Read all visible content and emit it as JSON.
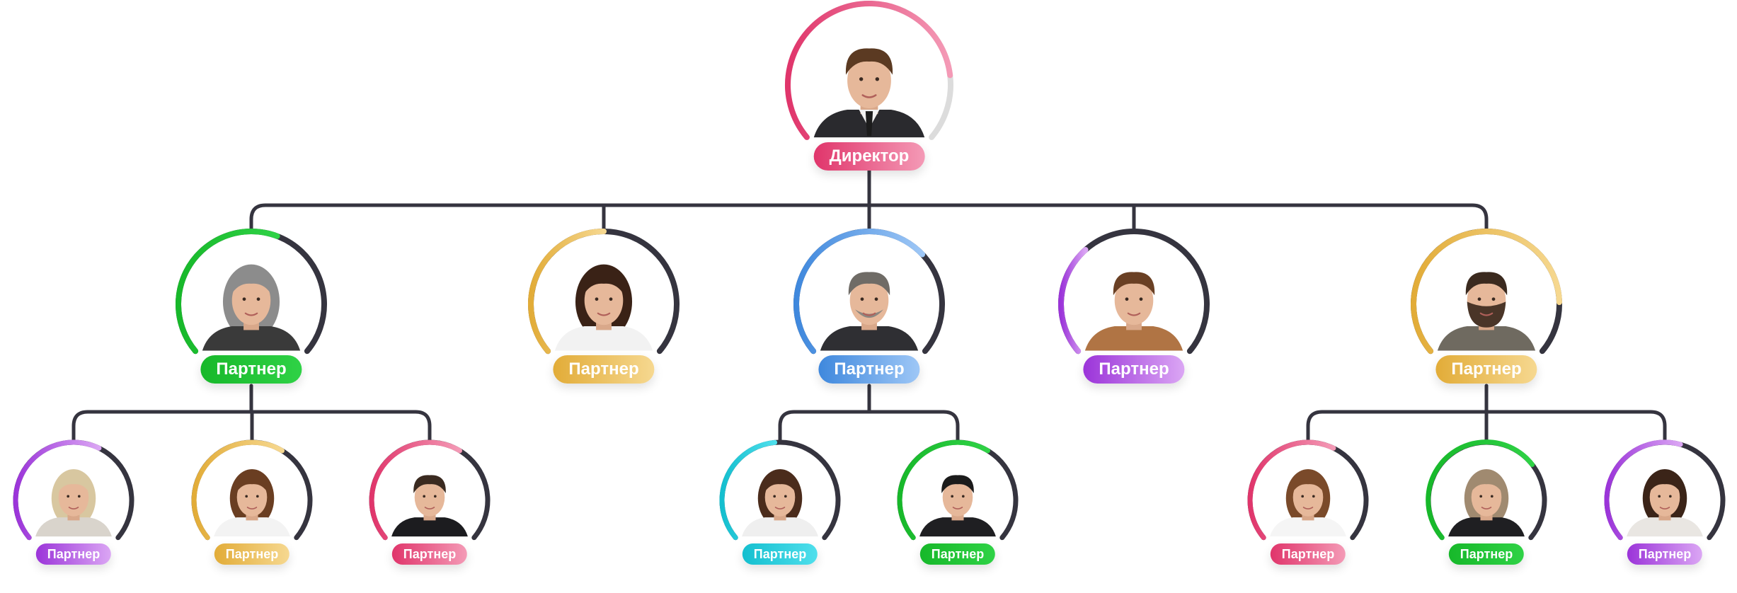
{
  "colors": {
    "line": "#35343f",
    "pink": [
      "#e0356b",
      "#f49ab6"
    ],
    "green": [
      "#17b82a",
      "#2fd246"
    ],
    "gold": [
      "#e2ac38",
      "#f6d890"
    ],
    "blue": [
      "#3f88dd",
      "#9ec7f6"
    ],
    "purple": [
      "#9b34d9",
      "#dba6f4"
    ],
    "cyan": [
      "#14bfcf",
      "#4fdfec"
    ]
  },
  "nodes": [
    {
      "id": "director",
      "label": "Директор",
      "color": "pink",
      "progress": 0.82,
      "person": "young-man-suit",
      "size": "large"
    },
    {
      "id": "partner-1",
      "label": "Партнер",
      "color": "green",
      "progress": 0.58,
      "person": "older-woman-gray-hair",
      "size": "large"
    },
    {
      "id": "partner-2",
      "label": "Партнер",
      "color": "gold",
      "progress": 0.5,
      "person": "young-woman-dark-hair",
      "size": "large"
    },
    {
      "id": "partner-3",
      "label": "Партнер",
      "color": "blue",
      "progress": 0.68,
      "person": "smiling-man-gray-hair",
      "size": "large"
    },
    {
      "id": "partner-4",
      "label": "Партнер",
      "color": "purple",
      "progress": 0.34,
      "person": "young-man-brown-shirt",
      "size": "large"
    },
    {
      "id": "partner-5",
      "label": "Партнер",
      "color": "gold",
      "progress": 0.84,
      "person": "bearded-man",
      "size": "large"
    },
    {
      "id": "partner-6",
      "label": "Партнер",
      "color": "purple",
      "progress": 0.6,
      "person": "blonde-woman",
      "size": "small"
    },
    {
      "id": "partner-7",
      "label": "Партнер",
      "color": "gold",
      "progress": 0.62,
      "person": "curly-hair-woman",
      "size": "small"
    },
    {
      "id": "partner-8",
      "label": "Партнер",
      "color": "pink",
      "progress": 0.62,
      "person": "young-man-dark-jacket",
      "size": "small"
    },
    {
      "id": "partner-9",
      "label": "Партнер",
      "color": "cyan",
      "progress": 0.48,
      "person": "young-woman-long-hair",
      "size": "small"
    },
    {
      "id": "partner-10",
      "label": "Партнер",
      "color": "green",
      "progress": 0.62,
      "person": "asian-young-man",
      "size": "small"
    },
    {
      "id": "partner-11",
      "label": "Партнер",
      "color": "pink",
      "progress": 0.6,
      "person": "woman-white-shirt",
      "size": "small"
    },
    {
      "id": "partner-12",
      "label": "Партнер",
      "color": "green",
      "progress": 0.7,
      "person": "smiling-woman",
      "size": "small"
    },
    {
      "id": "partner-13",
      "label": "Партнер",
      "color": "purple",
      "progress": 0.56,
      "person": "dark-curly-hair-woman",
      "size": "small"
    }
  ],
  "edges": [
    [
      "director",
      "partner-1"
    ],
    [
      "director",
      "partner-2"
    ],
    [
      "director",
      "partner-3"
    ],
    [
      "director",
      "partner-4"
    ],
    [
      "director",
      "partner-5"
    ],
    [
      "partner-1",
      "partner-6"
    ],
    [
      "partner-1",
      "partner-7"
    ],
    [
      "partner-1",
      "partner-8"
    ],
    [
      "partner-3",
      "partner-9"
    ],
    [
      "partner-3",
      "partner-10"
    ],
    [
      "partner-5",
      "partner-11"
    ],
    [
      "partner-5",
      "partner-12"
    ],
    [
      "partner-5",
      "partner-13"
    ]
  ]
}
